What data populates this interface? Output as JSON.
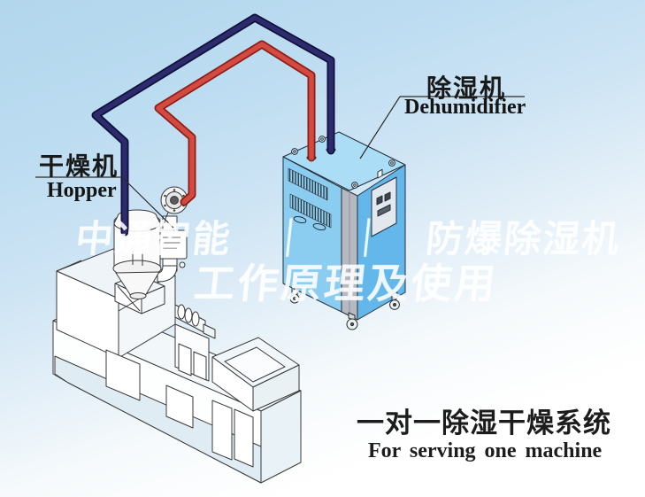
{
  "illustration": {
    "title_semantic": "one-to-one dehumidifying drying system diagram",
    "labels": {
      "hopper": {
        "zh": "干燥机",
        "en": "Hopper"
      },
      "dehumidifier": {
        "zh": "除湿机",
        "en": "Dehumidifier"
      }
    },
    "watermark": {
      "line1": "中通智能　｜　｜　防爆除湿机",
      "line2": "工作原理及使用"
    },
    "caption": {
      "zh": "一对一除湿干燥系统",
      "en": "For serving one machine"
    },
    "colors": {
      "sky_top": "#b2d6ec",
      "sky_bottom": "#ffffff",
      "pipe_red": "#d24a41",
      "pipe_red_outline": "#8e1e14",
      "pipe_blue": "#2b2b6e",
      "pipe_blue_outline": "#10103a",
      "cabinet_front": "#8bcdf1",
      "cabinet_top": "#abddf6",
      "cabinet_side": "#63b7ea",
      "cabinet_corner_strip": "#b6b9c1",
      "machine_line": "#3a3a3a",
      "machine_fill": "#ffffff"
    }
  }
}
